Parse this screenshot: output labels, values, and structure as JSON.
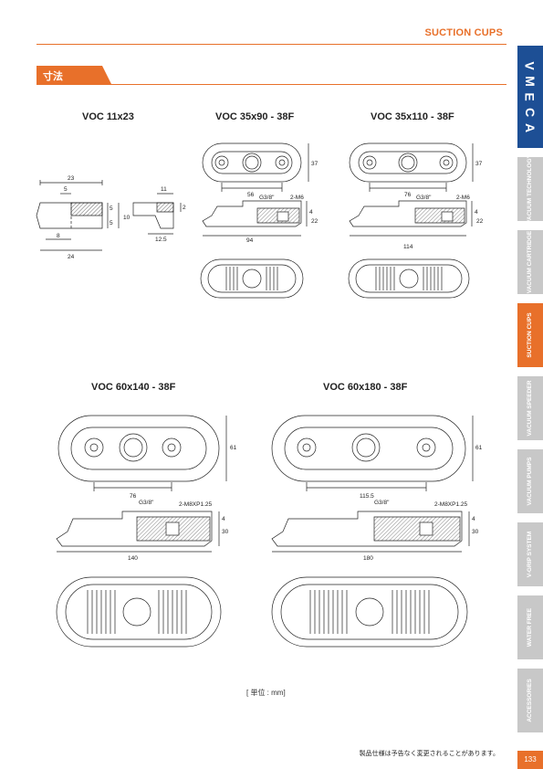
{
  "header": {
    "category": "SUCTION CUPS"
  },
  "section": {
    "title": "寸法"
  },
  "brand": {
    "logo_text": "VMECA"
  },
  "side_index": [
    {
      "label": "VACUUM TECHNOLOGY",
      "active": false
    },
    {
      "label": "VACUUM CARTRIDGE",
      "active": false
    },
    {
      "label": "SUCTION CUPS",
      "active": true
    },
    {
      "label": "VACUUM SPEEDER",
      "active": false
    },
    {
      "label": "VACUUM PUMPS",
      "active": false
    },
    {
      "label": "V-GRIP SYSTEM",
      "active": false
    },
    {
      "label": "WATER FREE",
      "active": false
    },
    {
      "label": "ACCESSORIES",
      "active": false
    }
  ],
  "models": {
    "m1": {
      "name": "VOC 11x23",
      "dims": {
        "w": "23",
        "a": "5",
        "b": "5",
        "c": "5",
        "h": "10",
        "d": "8",
        "l": "24",
        "e": "11",
        "f": "2",
        "g": "12.5"
      }
    },
    "m2": {
      "name": "VOC 35x90 - 38F",
      "dims": {
        "pitch": "56",
        "height": "37",
        "thread1": "G3/8\"",
        "thread2": "2-M6",
        "h1": "4",
        "h2": "22",
        "length": "94"
      }
    },
    "m3": {
      "name": "VOC 35x110 - 38F",
      "dims": {
        "pitch": "76",
        "height": "37",
        "thread1": "G3/8\"",
        "thread2": "2-M6",
        "h1": "4",
        "h2": "22",
        "length": "114"
      }
    },
    "m4": {
      "name": "VOC 60x140 - 38F",
      "dims": {
        "pitch": "76",
        "height": "61",
        "thread1": "G3/8\"",
        "thread2": "2-M8XP1.25",
        "h1": "4",
        "h2": "30",
        "length": "140"
      }
    },
    "m5": {
      "name": "VOC 60x180 - 38F",
      "dims": {
        "pitch": "115.5",
        "height": "61",
        "thread1": "G3/8\"",
        "thread2": "2-M8XP1.25",
        "h1": "4",
        "h2": "30",
        "length": "180"
      }
    }
  },
  "unit_note": "[ 単位 : mm]",
  "footnote": "製品仕様は予告なく変更されることがあります。",
  "page_number": "133",
  "colors": {
    "accent": "#e8702a",
    "brand": "#1d4f95",
    "inactive_tab": "#c8c8c8"
  }
}
